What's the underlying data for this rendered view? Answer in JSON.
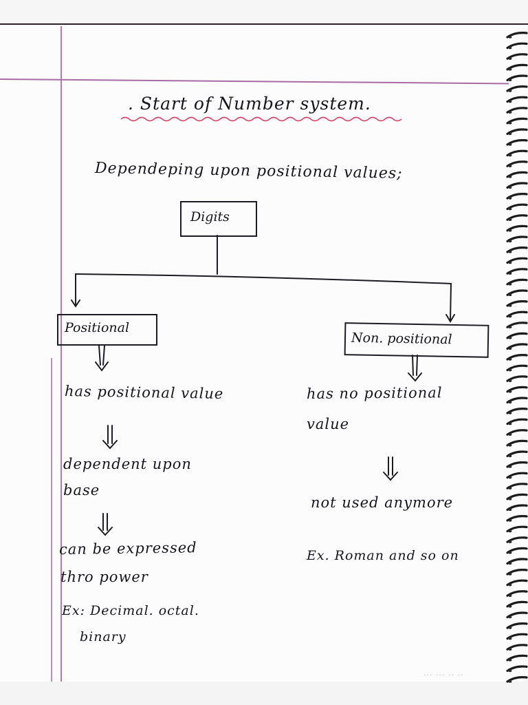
{
  "title": ". Start of Number system.",
  "intro": "Dependeping upon positional values;",
  "tree": {
    "root": "Digits",
    "left": {
      "label": "Positional",
      "lines": [
        "has positional value",
        "dependent upon",
        "base",
        "can be expressed",
        "thro power",
        "Ex: Decimal. octal.",
        "binary"
      ]
    },
    "right": {
      "label": "Non. positional",
      "lines": [
        "has no positional",
        "value",
        "not used anymore",
        "Ex. Roman and so on"
      ]
    }
  },
  "colors": {
    "ink": "#15151c",
    "margin_rule": "#b779ad",
    "wavy_underline": "#d94868",
    "paper": "#fcfcfc"
  }
}
